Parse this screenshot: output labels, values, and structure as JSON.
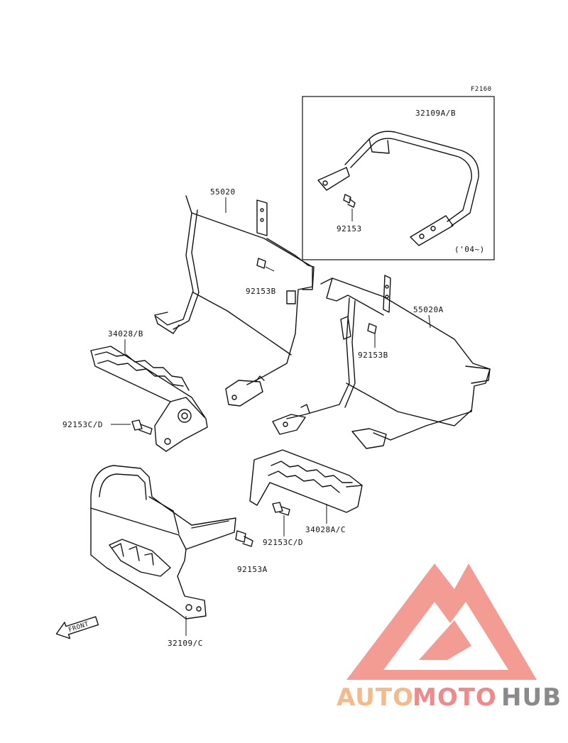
{
  "figure_ref": "F2160",
  "inset": {
    "part_top": "32109A/B",
    "part_bolt": "92153",
    "note": "('04~)"
  },
  "parts": {
    "frame_left": "55020",
    "frame_right": "55020A",
    "bolt_left": "92153B",
    "bolt_right": "92153B",
    "step_left": "34028/B",
    "bolt_step_left": "92153C/D",
    "step_right": "34028A/C",
    "bolt_step_right": "92153C/D",
    "bolt_bumper": "92153A",
    "bumper": "32109/C"
  },
  "front_arrow": "FRONT",
  "watermark": {
    "part1": "AUTO",
    "part2": "MOTO",
    "part3": "HUB",
    "colors": {
      "auto": "#f5b98a",
      "moto": "#f08a8a",
      "hub": "#8a8a8a",
      "logo": "#f28b82"
    }
  }
}
